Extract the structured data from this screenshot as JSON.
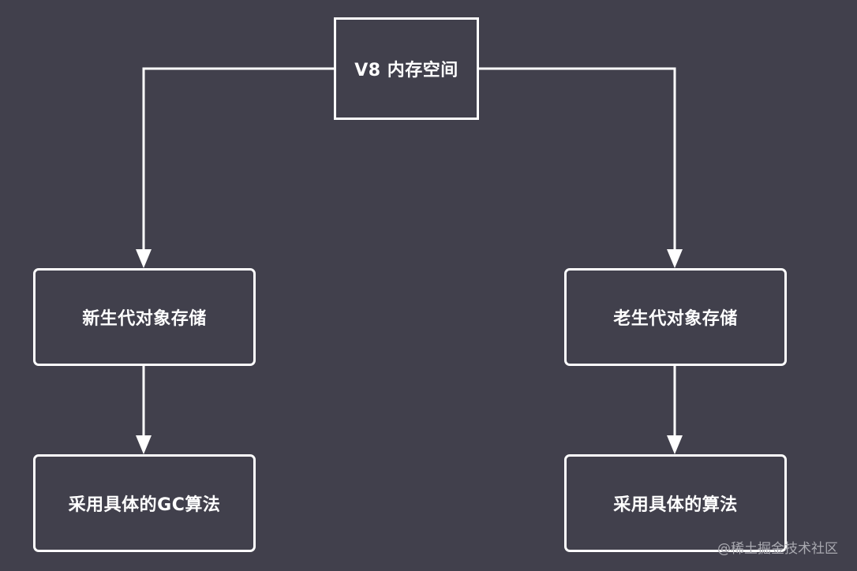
{
  "diagram": {
    "nodes": {
      "root": "V8 内存空间",
      "young": "新生代对象存储",
      "old": "老生代对象存储",
      "young_gc": "采用具体的GC算法",
      "old_gc": "采用具体的算法"
    }
  },
  "watermark": "@稀土掘金技术社区",
  "colors": {
    "background": "#41404c",
    "stroke": "#ffffff"
  }
}
